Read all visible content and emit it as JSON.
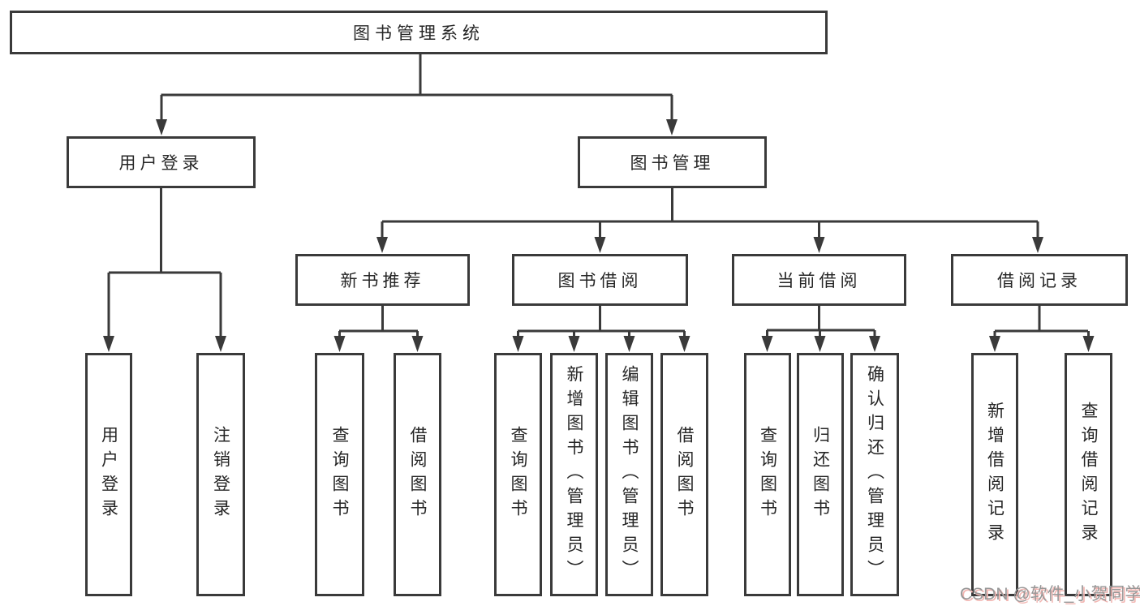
{
  "tree": {
    "root": {
      "label": "图书管理系统"
    },
    "children": [
      {
        "label": "用户登录",
        "children": [
          {
            "label": "用户登录"
          },
          {
            "label": "注销登录"
          }
        ]
      },
      {
        "label": "图书管理",
        "children": [
          {
            "label": "新书推荐",
            "children": [
              {
                "label": "查询图书"
              },
              {
                "label": "借阅图书"
              }
            ]
          },
          {
            "label": "图书借阅",
            "children": [
              {
                "label": "查询图书"
              },
              {
                "label": "新增图书（管理员）"
              },
              {
                "label": "编辑图书（管理员）"
              },
              {
                "label": "借阅图书"
              }
            ]
          },
          {
            "label": "当前借阅",
            "children": [
              {
                "label": "查询图书"
              },
              {
                "label": "归还图书"
              },
              {
                "label": "确认归还（管理员）"
              }
            ]
          },
          {
            "label": "借阅记录",
            "children": [
              {
                "label": "新增借阅记录"
              },
              {
                "label": "查询借阅记录"
              }
            ]
          }
        ]
      }
    ]
  },
  "watermark": {
    "text": "CSDN @软件_小贺同学"
  },
  "colors": {
    "line": "#3a3a3a",
    "box_border": "#3a3a3a",
    "text": "#262626",
    "background": "#ffffff",
    "watermark_text": "#979797",
    "watermark_shadow": "#f2b6b2"
  }
}
